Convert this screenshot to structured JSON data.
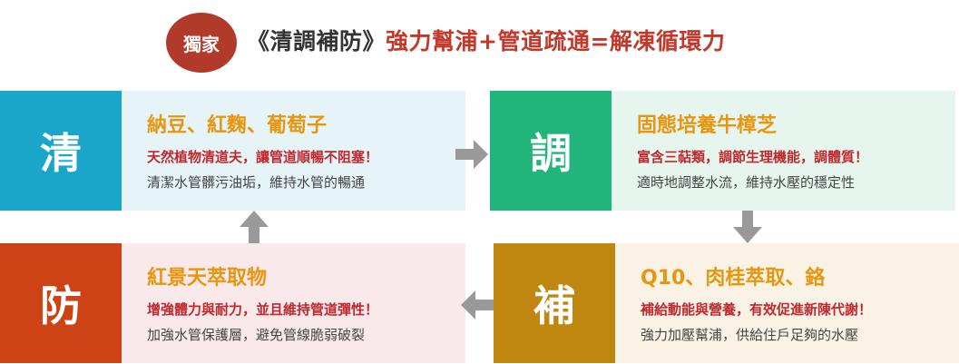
{
  "header": {
    "badge": "獨家",
    "headline_prefix": "《清調補防》",
    "headline_rest": "強力幫浦+管道疏通=解凍循環力"
  },
  "blocks": {
    "clean": {
      "tile": "清",
      "title": "納豆、紅麴、葡萄子",
      "subtitle": "天然植物清道夫，讓管道順暢不阻塞！",
      "desc": "清潔水管髒污油垢，維持水管的暢通",
      "tile_color": "#1aa6c9",
      "panel_color": "#e6f4f8",
      "title_color": "#e8960f"
    },
    "regulate": {
      "tile": "調",
      "title": "固態培養牛樟芝",
      "subtitle": "富含三萜類，調節生理機能，調體質！",
      "desc": "適時地調整水流，維持水壓的穩定性",
      "tile_color": "#21b57c",
      "panel_color": "#e6f5ee",
      "title_color": "#e8960f"
    },
    "supplement": {
      "tile": "補",
      "title": "Q10、肉桂萃取、鉻",
      "subtitle": "補給動能與營養，有效促進新陳代謝！",
      "desc": "強力加壓幫浦，供給住戶足夠的水壓",
      "tile_color": "#bf8710",
      "panel_color": "#faf3e5",
      "title_color": "#e8960f"
    },
    "prevent": {
      "tile": "防",
      "title": "紅景天萃取物",
      "subtitle": "增強體力與耐力，並且維持管道彈性！",
      "desc": "加強水管保護層，避免管線脆弱破裂",
      "tile_color": "#cd4316",
      "panel_color": "#fae9ea",
      "title_color": "#e8960f"
    }
  },
  "arrow_color": "#999999"
}
